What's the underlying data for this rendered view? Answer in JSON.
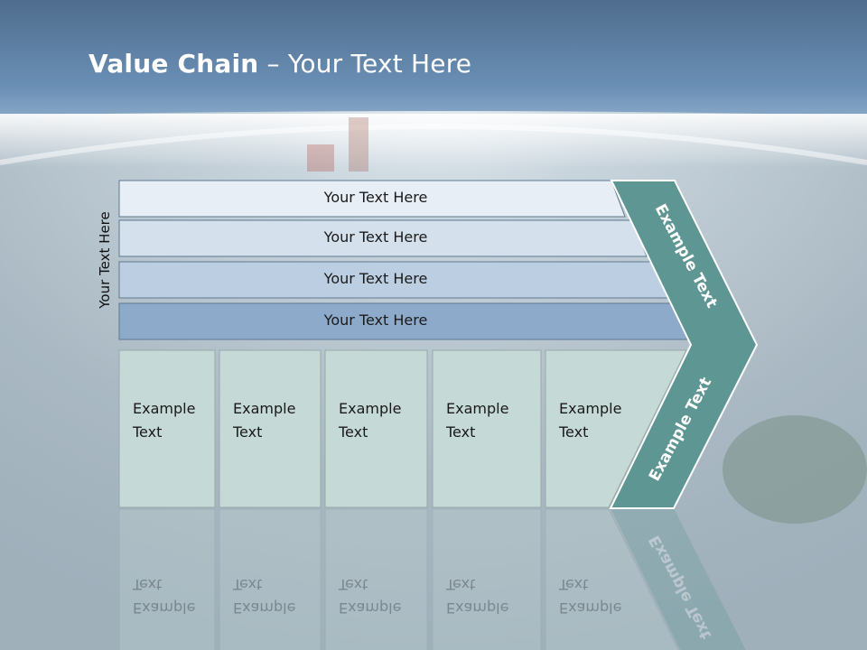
{
  "title": {
    "bold": "Value Chain",
    "rest": " – Your Text Here"
  },
  "side_label": "Your Text Here",
  "bars": [
    {
      "label": "Your Text Here",
      "fill": "#e8eef5"
    },
    {
      "label": "Your Text Here",
      "fill": "#d4e0ec"
    },
    {
      "label": "Your Text Here",
      "fill": "#bccfe2"
    },
    {
      "label": "Your Text Here",
      "fill": "#8eaacb"
    }
  ],
  "columns": [
    {
      "line1": "Example",
      "line2": "Text"
    },
    {
      "line1": "Example",
      "line2": "Text"
    },
    {
      "line1": "Example",
      "line2": "Text"
    },
    {
      "line1": "Example",
      "line2": "Text"
    },
    {
      "line1": "Example",
      "line2": "Text"
    }
  ],
  "chevron": {
    "upper": "Example Text",
    "lower": "Example Text"
  },
  "colors": {
    "column_fill": "#c5d9d6",
    "chevron_fill": "#5e9693",
    "bar_stroke": "#5e7891",
    "text": "#1a1a1a"
  }
}
